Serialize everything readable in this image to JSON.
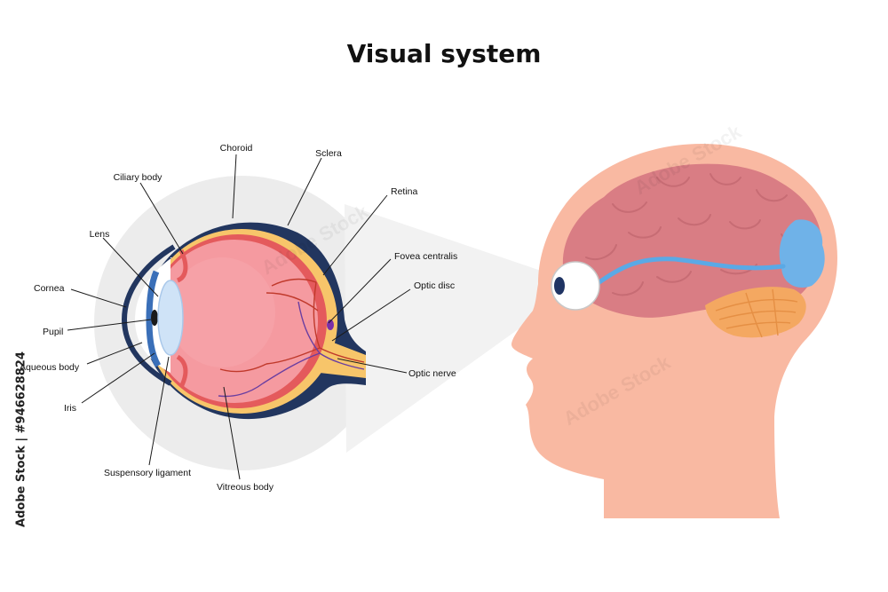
{
  "title": "Visual system",
  "labels": {
    "choroid": "Choroid",
    "sclera": "Sclera",
    "ciliary_body": "Ciliary body",
    "retina": "Retina",
    "lens": "Lens",
    "fovea_centralis": "Fovea centralis",
    "cornea": "Cornea",
    "optic_disc": "Optic disc",
    "pupil": "Pupil",
    "aqueous_body": "Aqueous body",
    "optic_nerve": "Optic nerve",
    "iris": "Iris",
    "suspensory_ligament": "Suspensory ligament",
    "vitreous_body": "Vitreous body"
  },
  "credit": "Adobe Stock | #946628824",
  "watermark": "Adobe Stock",
  "colors": {
    "skin": "#f9b9a2",
    "brain": "#d97d84",
    "cerebellum": "#f4a861",
    "optic_pathway": "#5aa9e6",
    "visual_cortex": "#6fb2e8",
    "sclera": "#22365f",
    "vitreous": "#f59aa0",
    "lens": "#cfe3f7",
    "retina_layer": "#f7c56a"
  }
}
